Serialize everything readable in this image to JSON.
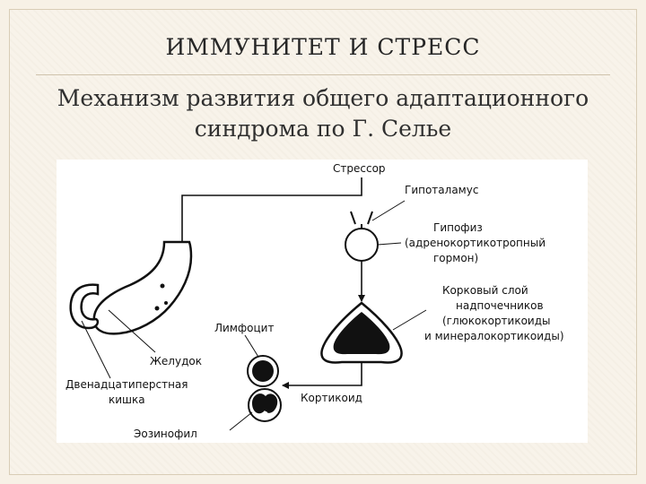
{
  "slide": {
    "title": "ИММУНИТЕТ И СТРЕСС",
    "subtitle_line1": "Механизм развития общего адаптационного",
    "subtitle_line2": "синдрома по Г. Селье"
  },
  "diagram": {
    "labels": {
      "stressor": "Стрессор",
      "hypothalamus": "Гипоталамус",
      "pituitary_1": "Гипофиз",
      "pituitary_2": "(адренокортикотропный",
      "pituitary_3": "гормон)",
      "cortex_1": "Корковый слой",
      "cortex_2": "надпочечников",
      "cortex_3": "(глюкокортикоиды",
      "cortex_4": "и минералокортикоиды)",
      "lymphocyte": "Лимфоцит",
      "corticoid": "Кортикоид",
      "stomach": "Желудок",
      "duodenum_1": "Двенадцатиперстная",
      "duodenum_2": "кишка",
      "eosinophil": "Эозинофил"
    }
  }
}
